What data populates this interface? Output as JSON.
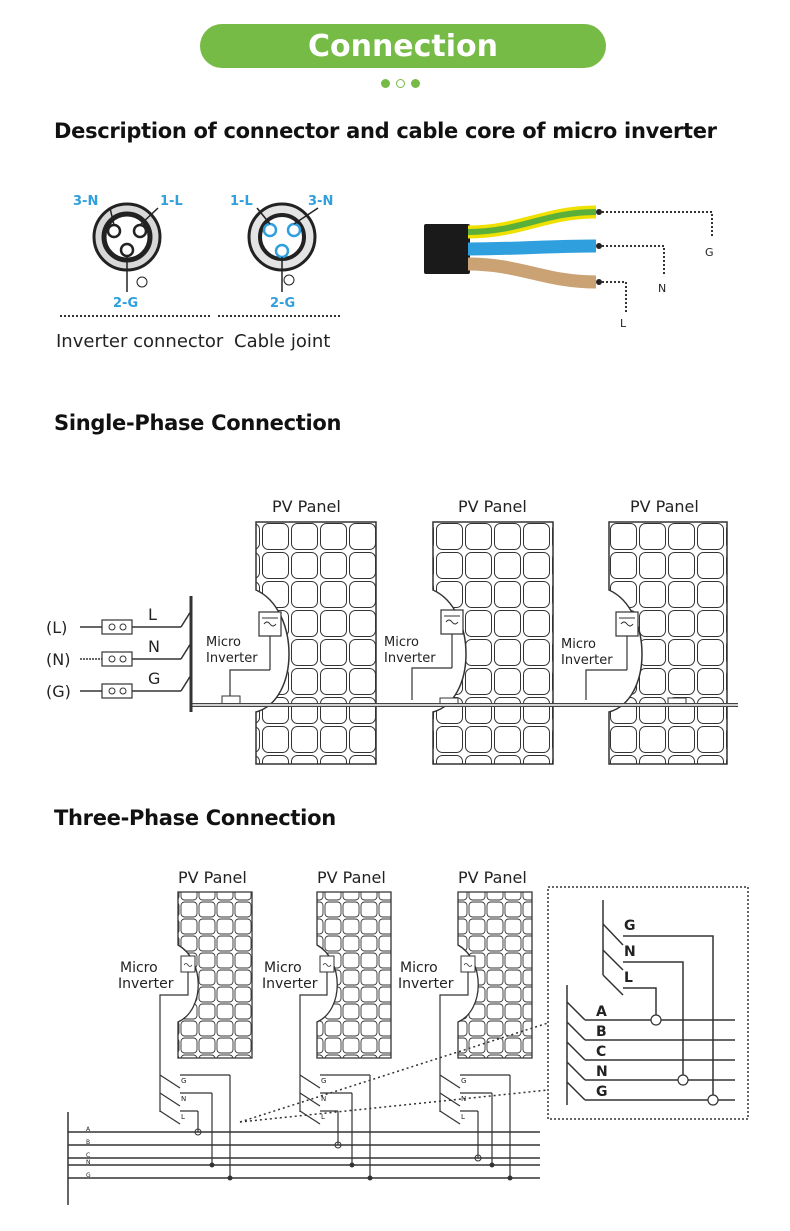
{
  "banner": {
    "title": "Connection"
  },
  "headings": {
    "connector": "Description of connector and cable core of micro inverter",
    "single": "Single-Phase Connection",
    "three": "Three-Phase Connection"
  },
  "connectors": {
    "inverter": {
      "caption": "Inverter connector",
      "pin1": "1-L",
      "pin2": "2-G",
      "pin3": "3-N"
    },
    "cable": {
      "caption": "Cable joint",
      "pin1": "1-L",
      "pin2": "2-G",
      "pin3": "3-N"
    }
  },
  "cable_core": {
    "labels": [
      "G",
      "N",
      "L"
    ],
    "colors": [
      "#f0e000",
      "#2f9fdd",
      "#caa273"
    ]
  },
  "single_phase": {
    "panel_label": "PV Panel",
    "inverter_label_1": "Micro",
    "inverter_label_2": "Inverter",
    "bus_labels": [
      "(L)",
      "(N)",
      "(G)"
    ],
    "line_labels": [
      "L",
      "N",
      "G"
    ]
  },
  "three_phase": {
    "panel_label": "PV Panel",
    "inverter_label_1": "Micro",
    "inverter_label_2": "Inverter",
    "small_labels": [
      "G",
      "N",
      "L"
    ],
    "bus_small_labels": [
      "A",
      "B",
      "C",
      "N",
      "G"
    ],
    "inset_top_labels": [
      "G",
      "N",
      "L"
    ],
    "inset_bus_labels": [
      "A",
      "B",
      "C",
      "N",
      "G"
    ]
  },
  "colors": {
    "accent": "#76bb45",
    "line": "#333333"
  }
}
